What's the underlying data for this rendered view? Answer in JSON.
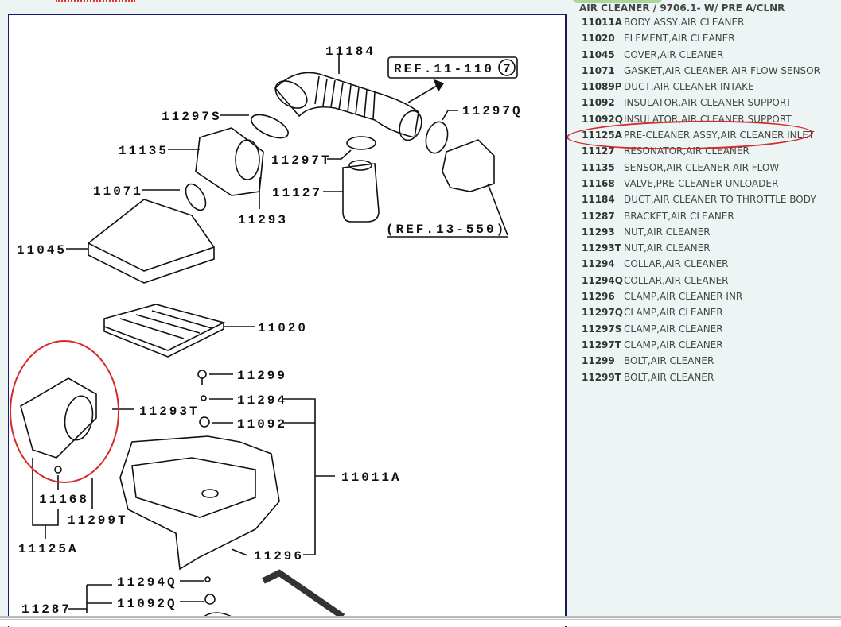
{
  "diagram": {
    "labels": {
      "l11184": "11184",
      "ref1": "REF.11-110",
      "ref1_circle": "7",
      "l11297S": "11297S",
      "l11297Q": "11297Q",
      "l11135": "11135",
      "l11297T": "11297T",
      "l11071": "11071",
      "l11127": "11127",
      "l11293": "11293",
      "ref2": "(REF.13-550)",
      "l11045": "11045",
      "l11020": "11020",
      "l11299": "11299",
      "l11294": "11294",
      "l11293T": "11293T",
      "l11092": "11092",
      "l11011A": "11011A",
      "l11168": "11168",
      "l11299T": "11299T",
      "l11125A": "11125A",
      "l11296": "11296",
      "l11294Q": "11294Q",
      "l11092Q": "11092Q",
      "l11287": "11287"
    }
  },
  "parts_list": {
    "title": "AIR CLEANER / 9706.1- W/ PRE A/CLNR",
    "items": [
      {
        "code": "11011A",
        "desc": "BODY ASSY,AIR CLEANER"
      },
      {
        "code": "11020",
        "desc": "ELEMENT,AIR CLEANER"
      },
      {
        "code": "11045",
        "desc": "COVER,AIR CLEANER"
      },
      {
        "code": "11071",
        "desc": "GASKET,AIR CLEANER AIR FLOW SENSOR"
      },
      {
        "code": "11089P",
        "desc": "DUCT,AIR CLEANER INTAKE"
      },
      {
        "code": "11092",
        "desc": "INSULATOR,AIR CLEANER SUPPORT"
      },
      {
        "code": "11092Q",
        "desc": "INSULATOR,AIR CLEANER SUPPORT"
      },
      {
        "code": "11125A",
        "desc": "PRE-CLEANER ASSY,AIR CLEANER INLET"
      },
      {
        "code": "11127",
        "desc": "RESONATOR,AIR CLEANER"
      },
      {
        "code": "11135",
        "desc": "SENSOR,AIR CLEANER AIR FLOW"
      },
      {
        "code": "11168",
        "desc": "VALVE,PRE-CLEANER UNLOADER"
      },
      {
        "code": "11184",
        "desc": "DUCT,AIR CLEANER TO THROTTLE BODY"
      },
      {
        "code": "11287",
        "desc": "BRACKET,AIR CLEANER"
      },
      {
        "code": "11293",
        "desc": "NUT,AIR CLEANER"
      },
      {
        "code": "11293T",
        "desc": "NUT,AIR CLEANER"
      },
      {
        "code": "11294",
        "desc": "COLLAR,AIR CLEANER"
      },
      {
        "code": "11294Q",
        "desc": "COLLAR,AIR CLEANER"
      },
      {
        "code": "11296",
        "desc": "CLAMP,AIR CLEANER INR"
      },
      {
        "code": "11297Q",
        "desc": "CLAMP,AIR CLEANER"
      },
      {
        "code": "11297S",
        "desc": "CLAMP,AIR CLEANER"
      },
      {
        "code": "11297T",
        "desc": "CLAMP,AIR CLEANER"
      },
      {
        "code": "11299",
        "desc": "BOLT,AIR CLEANER"
      },
      {
        "code": "11299T",
        "desc": "BOLT,AIR CLEANER"
      }
    ],
    "highlighted_code": "11125A"
  },
  "colors": {
    "highlight": "#d42a2a",
    "frame": "#1a1a70",
    "background": "#edf5f4"
  }
}
